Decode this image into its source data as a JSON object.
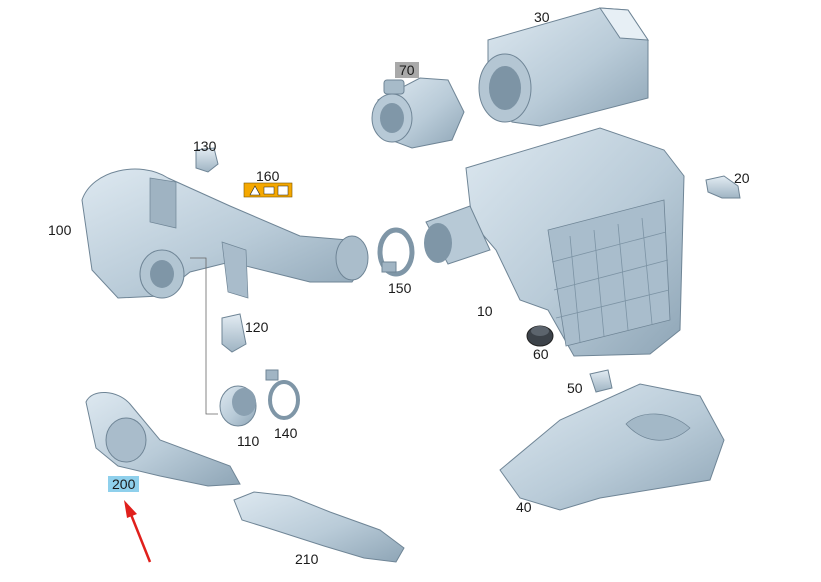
{
  "diagram": {
    "callouts": {
      "c10": "10",
      "c20": "20",
      "c30": "30",
      "c40": "40",
      "c50": "50",
      "c60": "60",
      "c70": "70",
      "c100": "100",
      "c110": "110",
      "c120": "120",
      "c130": "130",
      "c140": "140",
      "c150": "150",
      "c160": "160",
      "c200": "200",
      "c210": "210"
    },
    "colors": {
      "part_fill": "#c3d3de",
      "part_shade": "#93a9b9",
      "part_edge": "#6f8596",
      "selected_highlight": "#8fd0ec",
      "arrow": "#e0201c",
      "warning_label": "#f5a800"
    },
    "selected_part": "200"
  }
}
